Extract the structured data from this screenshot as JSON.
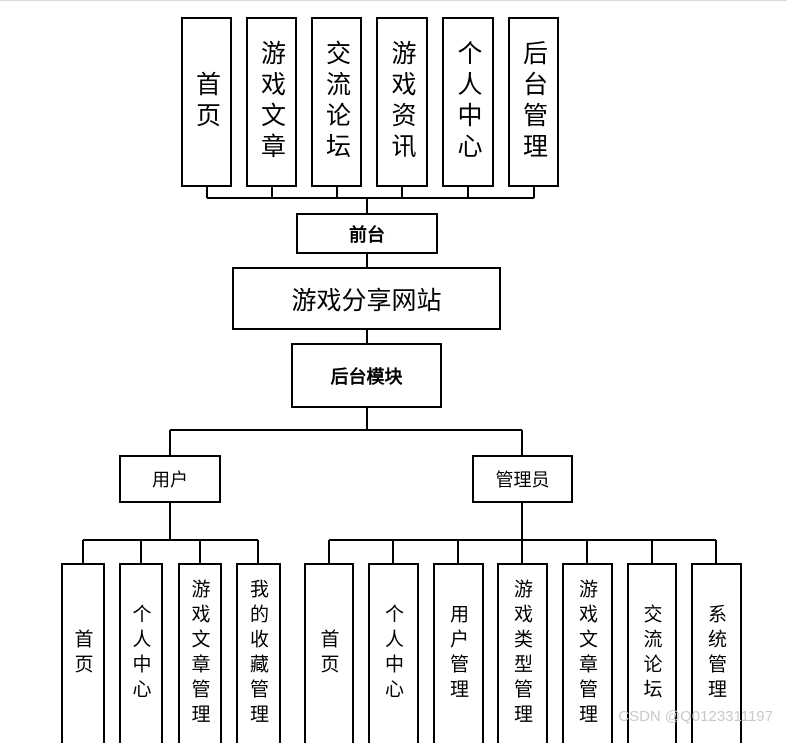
{
  "diagram": {
    "title": "游戏分享网站",
    "frontend_label": "前台",
    "backend_label": "后台模块",
    "frontend_modules": [
      "首页",
      "游戏文章",
      "交流论坛",
      "游戏资讯",
      "个人中心",
      "后台管理"
    ],
    "roles": {
      "user": {
        "label": "用户",
        "modules": [
          "首页",
          "个人中心",
          "游戏文章管理",
          "我的收藏管理"
        ]
      },
      "admin": {
        "label": "管理员",
        "modules": [
          "首页",
          "个人中心",
          "用户管理",
          "游戏类型管理",
          "游戏文章管理",
          "交流论坛",
          "系统管理"
        ]
      }
    }
  },
  "watermark": "CSDN @Q0123311197"
}
